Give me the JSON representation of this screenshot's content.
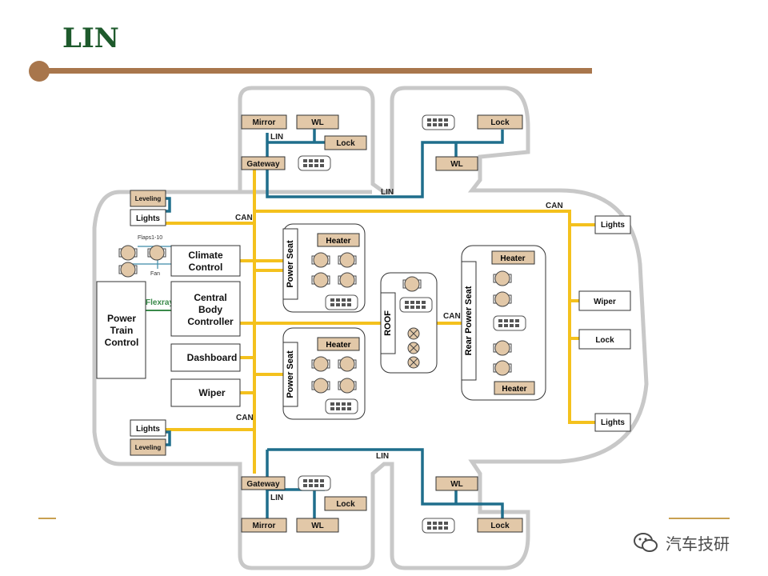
{
  "slide": {
    "title": "LIN"
  },
  "colors": {
    "title": "#1e5a2c",
    "title_bar": "#a8764c",
    "can_bus": "#f4c11d",
    "lin_bus": "#1f6e8c",
    "ecu_fill": "#e2c8a8",
    "flexray": "#3a8a4a",
    "outline": "#c8c8c8"
  },
  "labels": {
    "lin": "LIN",
    "can": "CAN",
    "flexray": "Flexray",
    "mirror": "Mirror",
    "wl": "WL",
    "lock": "Lock",
    "gateway": "Gateway",
    "leveling": "Leveling",
    "lights": "Lights",
    "climate": [
      "Climate",
      "Control"
    ],
    "cbc": [
      "Central",
      "Body",
      "Controller"
    ],
    "ptc": [
      "Power",
      "Train",
      "Control"
    ],
    "dashboard": "Dashboard",
    "wiper": "Wiper",
    "flaps": "Flaps1-10",
    "fan": "Fan",
    "power_seat": "Power Seat",
    "heater": "Heater",
    "roof": "ROOF",
    "rear_power_seat": "Rear Power Seat"
  },
  "watermark": {
    "text": "汽车技研",
    "icon": "wechat-icon"
  }
}
